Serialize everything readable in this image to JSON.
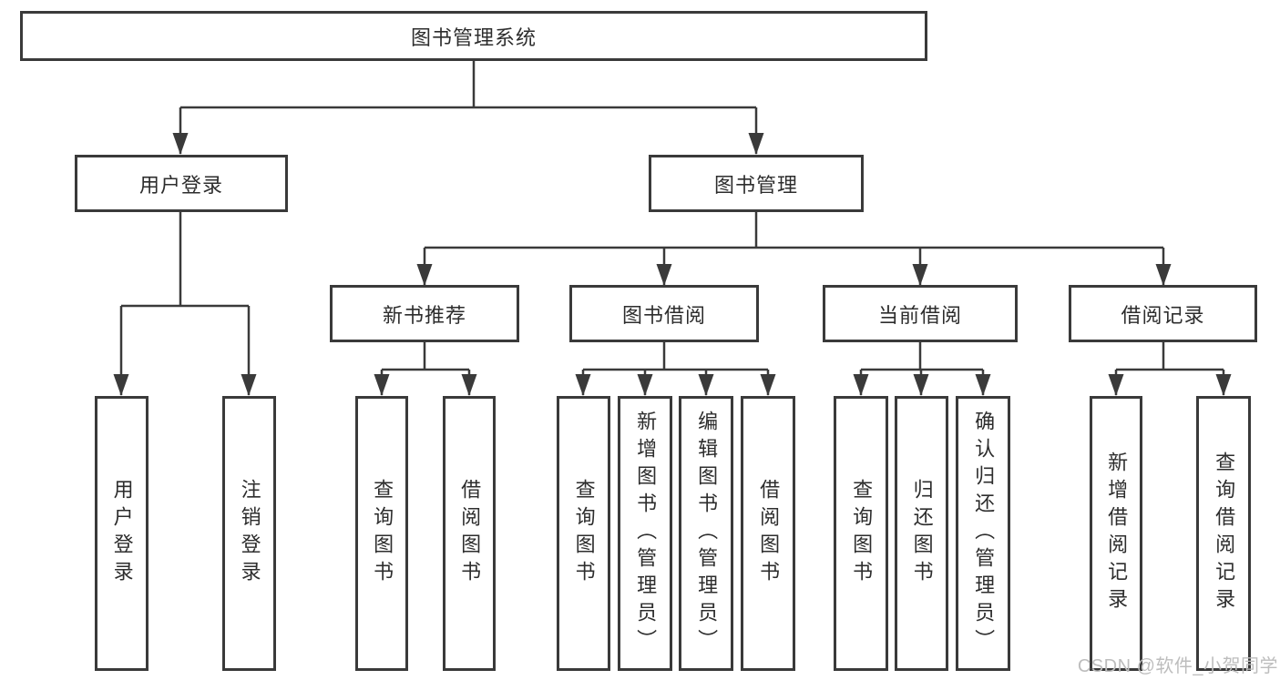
{
  "diagram_type": "function-structure-tree",
  "colors": {
    "line": "#3a3a3a",
    "box_background": "#ffffff",
    "text": "#2d2d2d",
    "watermark": "#bdbdbd"
  },
  "tree": {
    "root": {
      "label": "图书管理系统",
      "children": [
        {
          "label": "用户登录",
          "children": [
            {
              "label": "用户登录"
            },
            {
              "label": "注销登录"
            }
          ]
        },
        {
          "label": "图书管理",
          "children": [
            {
              "label": "新书推荐",
              "children": [
                {
                  "label": "查询图书"
                },
                {
                  "label": "借阅图书"
                }
              ]
            },
            {
              "label": "图书借阅",
              "children": [
                {
                  "label": "查询图书"
                },
                {
                  "label": "新增图书（管理员）"
                },
                {
                  "label": "编辑图书（管理员）"
                },
                {
                  "label": "借阅图书"
                }
              ]
            },
            {
              "label": "当前借阅",
              "children": [
                {
                  "label": "查询图书"
                },
                {
                  "label": "归还图书"
                },
                {
                  "label": "确认归还（管理员）"
                }
              ]
            },
            {
              "label": "借阅记录",
              "children": [
                {
                  "label": "新增借阅记录"
                },
                {
                  "label": "查询借阅记录"
                }
              ]
            }
          ]
        }
      ]
    }
  },
  "watermark": {
    "text": "CSDN @软件_小贺同学"
  }
}
